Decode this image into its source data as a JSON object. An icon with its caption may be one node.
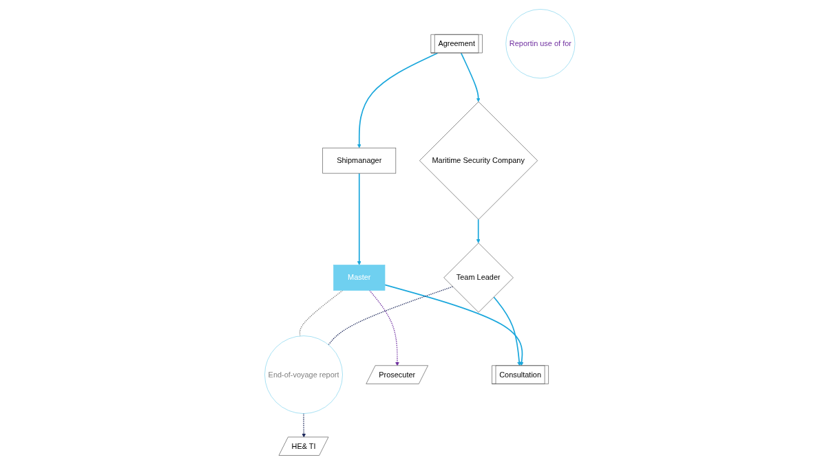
{
  "diagram": {
    "nodes": [
      {
        "text": [
          "Shipmanager"
        ]
      },
      {
        "text": [
          "Agreement"
        ]
      },
      {
        "text": [
          "Maritime Security Company"
        ]
      },
      {
        "text": [
          "End-of-voyage report"
        ]
      },
      {
        "text": [
          "HE& TI"
        ]
      },
      {
        "text": [
          "Prosecuter"
        ]
      },
      {
        "text": [
          "Master"
        ]
      },
      {
        "text": [
          "Consultation"
        ]
      },
      {
        "text": [
          "Team Leader"
        ]
      },
      {
        "text": [
          "Reportin use of for"
        ]
      }
    ],
    "edges": [
      {
        "from": 1,
        "to": 0,
        "arrow": "to"
      },
      {
        "from": 1,
        "to": 2,
        "arrow": "to"
      },
      {
        "from": 0,
        "to": 6,
        "arrow": "to"
      },
      {
        "from": 2,
        "to": 8,
        "arrow": "to"
      },
      {
        "from": 8,
        "to": 7,
        "arrow": "to"
      },
      {
        "from": 6,
        "to": 7,
        "arrow": "to"
      },
      {
        "from": 6,
        "to": 3,
        "arrow": "none",
        "style": "dashed",
        "color": "#808080"
      },
      {
        "from": 8,
        "to": 3,
        "arrow": "none",
        "style": "dashed",
        "color": "#1f2a5c"
      },
      {
        "from": 3,
        "to": 4,
        "arrow": "to",
        "style": "dashed",
        "color": "#1f2a5c"
      },
      {
        "from": 6,
        "to": 5,
        "arrow": "to",
        "style": "dashed",
        "color": "#7030a0"
      }
    ]
  }
}
